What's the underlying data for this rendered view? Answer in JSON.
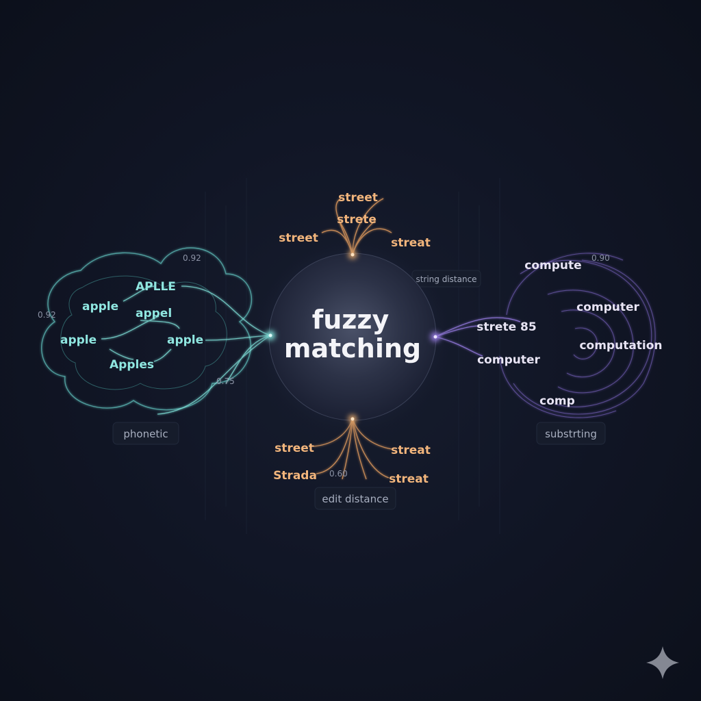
{
  "center": {
    "line1": "fuzzy",
    "line2": "matching"
  },
  "top_cluster": {
    "words": [
      "street",
      "strete",
      "street",
      "streat"
    ],
    "label": "string distance"
  },
  "bottom_cluster": {
    "words": [
      "street",
      "streat",
      "Strada",
      "streat"
    ],
    "score": "0.60",
    "label": "edit distance"
  },
  "left_cluster": {
    "words": [
      "APLLE",
      "apple",
      "appel",
      "apple",
      "apple",
      "Apples"
    ],
    "scores": [
      "0.92",
      "0.92",
      "0.75"
    ],
    "label": "phonetic"
  },
  "right_cluster": {
    "words": [
      "compute",
      "computer",
      "strete 85",
      "computation",
      "computer",
      "comp"
    ],
    "score": "0.90",
    "label": "substrting"
  },
  "colors": {
    "teal": "#7fe0d8",
    "orange": "#f0b070",
    "violet": "#9b7fe8",
    "background": "#111626"
  },
  "icons": [
    "sparkle-icon"
  ]
}
